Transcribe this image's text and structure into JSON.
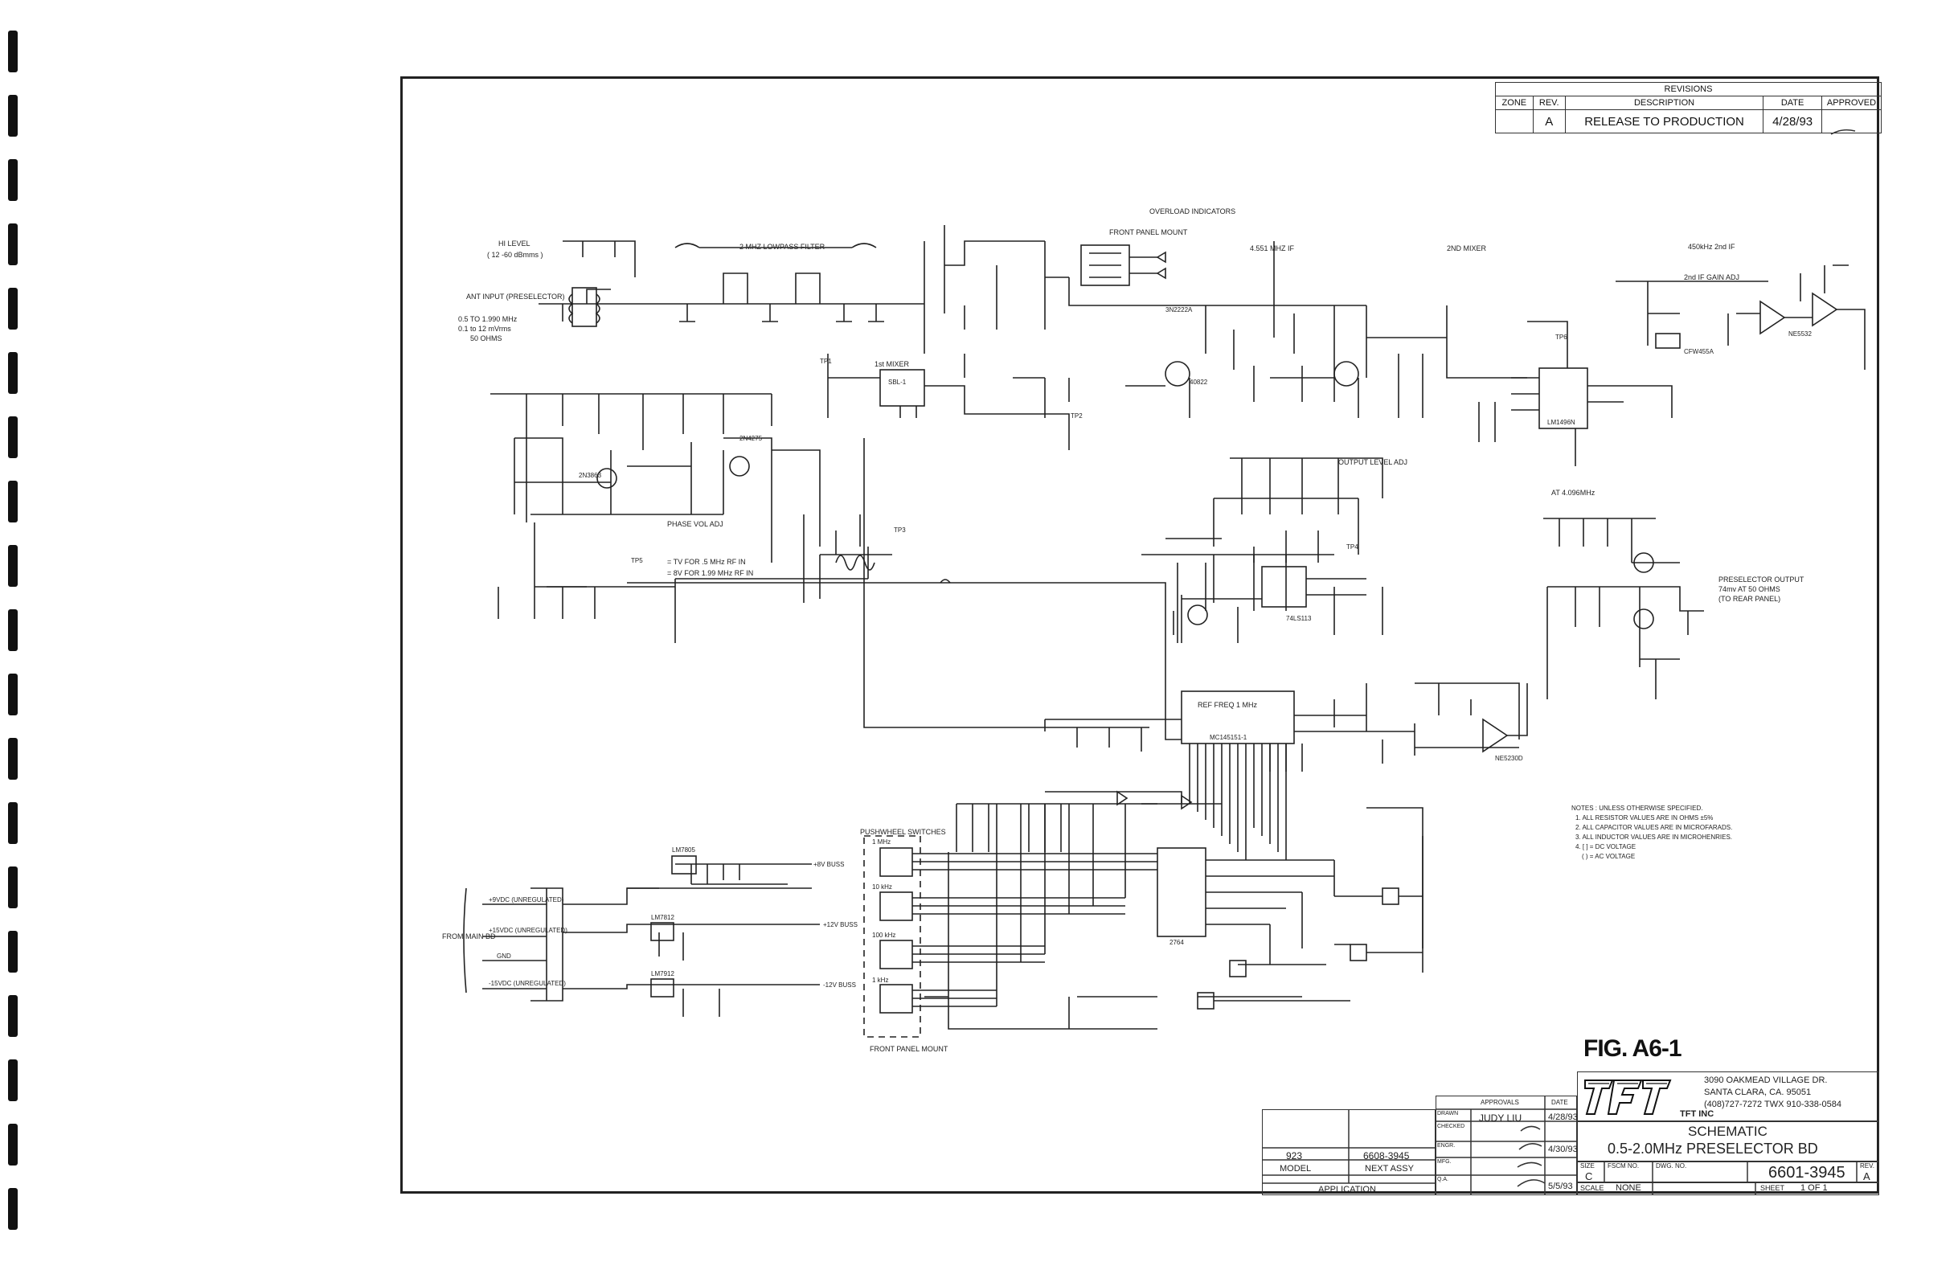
{
  "revisions": {
    "title": "REVISIONS",
    "headers": [
      "ZONE",
      "REV.",
      "DESCRIPTION",
      "DATE",
      "APPROVED"
    ],
    "rows": [
      {
        "zone": "",
        "rev": "A",
        "description": "RELEASE TO PRODUCTION",
        "date": "4/28/93",
        "approved": ""
      }
    ]
  },
  "figure_label": "FIG. A6-1",
  "company": {
    "logo_text": "TFT INC",
    "address1": "3090 OAKMEAD VILLAGE DR.",
    "address2": "SANTA CLARA, CA. 95051",
    "phone": "(408)727-7272 TWX 910-338-0584"
  },
  "title_block": {
    "approvals_header": "APPROVALS",
    "date_header": "DATE",
    "drawn_label": "DRAWN",
    "drawn_name": "JUDY LIU",
    "drawn_date": "4/28/93",
    "checked_label": "CHECKED",
    "engr_label": "ENGR.",
    "engr_date": "4/30/93",
    "mfg_label": "MFG.",
    "qa_label": "Q.A.",
    "qa_date": "5/5/93",
    "title1": "SCHEMATIC",
    "title2": "0.5-2.0MHz PRESELECTOR BD",
    "size_label": "SIZE",
    "size_value": "C",
    "fscm_label": "FSCM NO.",
    "dwg_label": "DWG. NO.",
    "dwg_value": "6601-3945",
    "rev_label": "REV.",
    "rev_value": "A",
    "scale_label": "SCALE",
    "scale_value": "NONE",
    "sheet_label": "SHEET",
    "sheet_value": "1 OF 1",
    "model_value": "923",
    "model_label": "MODEL",
    "next_assy_value": "6608-3945",
    "next_assy_label": "NEXT ASSY",
    "application_label": "APPLICATION"
  },
  "section_labels": {
    "lowpass": "2 MHZ LOWPASS FILTER",
    "if455": "4.551 MHZ IF",
    "mixer2": "2ND MIXER",
    "if450": "450kHz 2nd IF",
    "overload": "OVERLOAD INDICATORS",
    "front_panel": "FRONT PANEL MOUNT",
    "pushwheel": "PUSHWHEEL SWITCHES",
    "front_panel_mount": "FRONT PANEL MOUNT",
    "from_main": "FROM MAIN BD",
    "hi_level": "HI LEVEL",
    "hi_level_range": "( 12 -60 dBmms )",
    "ant_input": "ANT INPUT (PRESELECTOR)",
    "ant_range1": "0.5 TO 1.990 MHz",
    "ant_range2": "0.1 to 12 mVrms",
    "ant_ohms": "50 OHMS",
    "phase_adj": "PHASE VOL ADJ",
    "tp3_note1": "= TV FOR .5 MHz RF IN",
    "tp3_note2": "= 8V FOR 1.99 MHz RF IN",
    "output_level": "OUTPUT LEVEL ADJ",
    "preselector_out": "PRESELECTOR OUTPUT",
    "preselector_out2": "74mv AT 50 OHMS",
    "preselector_out3": "(TO REAR PANEL)",
    "gain_adj": "2nd IF GAIN ADJ",
    "tp6_note": "AT 4.096MHz",
    "first_mixer": "1st MIXER",
    "ref_freq": "REF FREQ 1 MHz"
  },
  "power_labels": {
    "p9vdc": "+9VDC (UNREGULATED)",
    "p15vdc": "+15VDC (UNREGULATED)",
    "gnd": "GND",
    "n15vdc": "-15VDC (UNREGULATED)",
    "out_p8v": "+8V BUSS",
    "out_p12v": "+12V BUSS",
    "out_n12v": "-12V BUSS"
  },
  "ic_labels": {
    "u9": "LM7805",
    "u11": "LM7812",
    "u14": "LM7912",
    "u6": "MC145151-1",
    "u7": "NE5230D",
    "u5": "74LS113",
    "u2": "NE5532",
    "u1": "LM1496N",
    "z1": "SBL-1",
    "fl1": "CFW455A",
    "q3": "2N4275",
    "q2": "2N3863",
    "q11": "3N2222A",
    "q12": "40822",
    "rom": "2764"
  },
  "notes": {
    "title": "NOTES : UNLESS OTHERWISE SPECIFIED.",
    "n1": "1. ALL RESISTOR VALUES ARE IN OHMS ±5%",
    "n2": "2. ALL CAPACITOR VALUES ARE IN MICROFARADS.",
    "n3": "3. ALL INDUCTOR VALUES ARE IN MICROHENRIES.",
    "n4": "4. [ ] = DC VOLTAGE",
    "n5": "( ) = AC VOLTAGE"
  },
  "switch_labels": [
    "1 MHz",
    "10 kHz",
    "100 kHz",
    "1 kHz"
  ],
  "tp_labels": [
    "TP1",
    "TP2",
    "TP3",
    "TP4",
    "TP5",
    "TP6"
  ]
}
